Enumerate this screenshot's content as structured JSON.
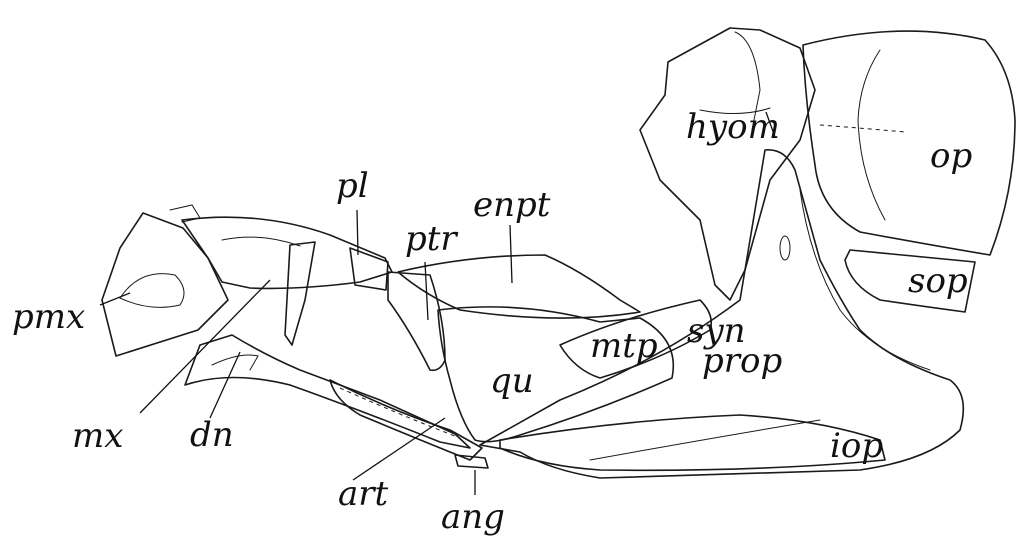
{
  "labels": {
    "pmx": "pmx",
    "mx": "mx",
    "dn": "dn",
    "pl": "pl",
    "ptr": "ptr",
    "enpt": "enpt",
    "qu": "qu",
    "mtp": "mtp",
    "syn": "syn",
    "prop": "prop",
    "hyom": "hyom",
    "op": "op",
    "sop": "sop",
    "iop": "iop",
    "art": "art",
    "ang": "ang"
  }
}
